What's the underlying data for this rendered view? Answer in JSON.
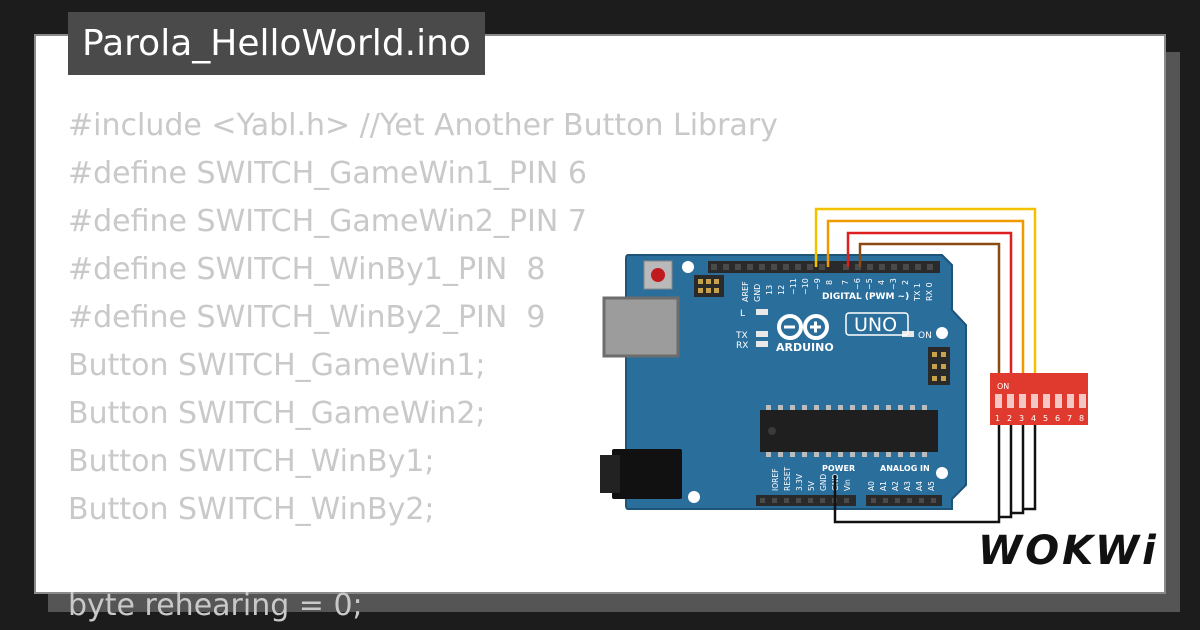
{
  "project": {
    "title": "Parola_HelloWorld.ino"
  },
  "code_lines": [
    "#include <Yabl.h> //Yet Another Button Library",
    "#define SWITCH_GameWin1_PIN 6",
    "#define SWITCH_GameWin2_PIN 7",
    "#define SWITCH_WinBy1_PIN  8",
    "#define SWITCH_WinBy2_PIN  9",
    "Button SWITCH_GameWin1;",
    "Button SWITCH_GameWin2;",
    "Button SWITCH_WinBy1;",
    "Button SWITCH_WinBy2;",
    "",
    "byte rehearing = 0;"
  ],
  "board": {
    "name": "ARDUINO",
    "model": "UNO",
    "on_label": "ON",
    "digital_label": "DIGITAL (PWM ~)",
    "power_label": "POWER",
    "analog_label": "ANALOG IN",
    "led_labels": [
      "L",
      "TX",
      "RX"
    ],
    "digital_pins": [
      "AREF",
      "GND",
      "13",
      "12",
      "~11",
      "~10",
      "~9",
      "8",
      "7",
      "~6",
      "~5",
      "4",
      "~3",
      "2",
      "TX 1",
      "RX 0"
    ],
    "power_pins": [
      "IOREF",
      "RESET",
      "3.3V",
      "5V",
      "GND",
      "GND",
      "Vin"
    ],
    "analog_pins": [
      "A0",
      "A1",
      "A2",
      "A3",
      "A4",
      "A5"
    ],
    "colors": {
      "board": "#2a6e9c",
      "header": "#2a2a2a",
      "chip": "#1f1f1f"
    }
  },
  "dip_switch": {
    "on_label": "ON",
    "numbers": [
      "1",
      "2",
      "3",
      "4",
      "5",
      "6",
      "7",
      "8"
    ],
    "color": "#e03a2f"
  },
  "wires": [
    {
      "name": "yellow-wire",
      "color": "#f2c200"
    },
    {
      "name": "orange-wire",
      "color": "#f19a00"
    },
    {
      "name": "red-wire",
      "color": "#dd1f1f"
    },
    {
      "name": "brown-wire",
      "color": "#8b4a14"
    },
    {
      "name": "black-wire",
      "color": "#111111"
    }
  ],
  "brand": {
    "logo": "WOKWi"
  }
}
